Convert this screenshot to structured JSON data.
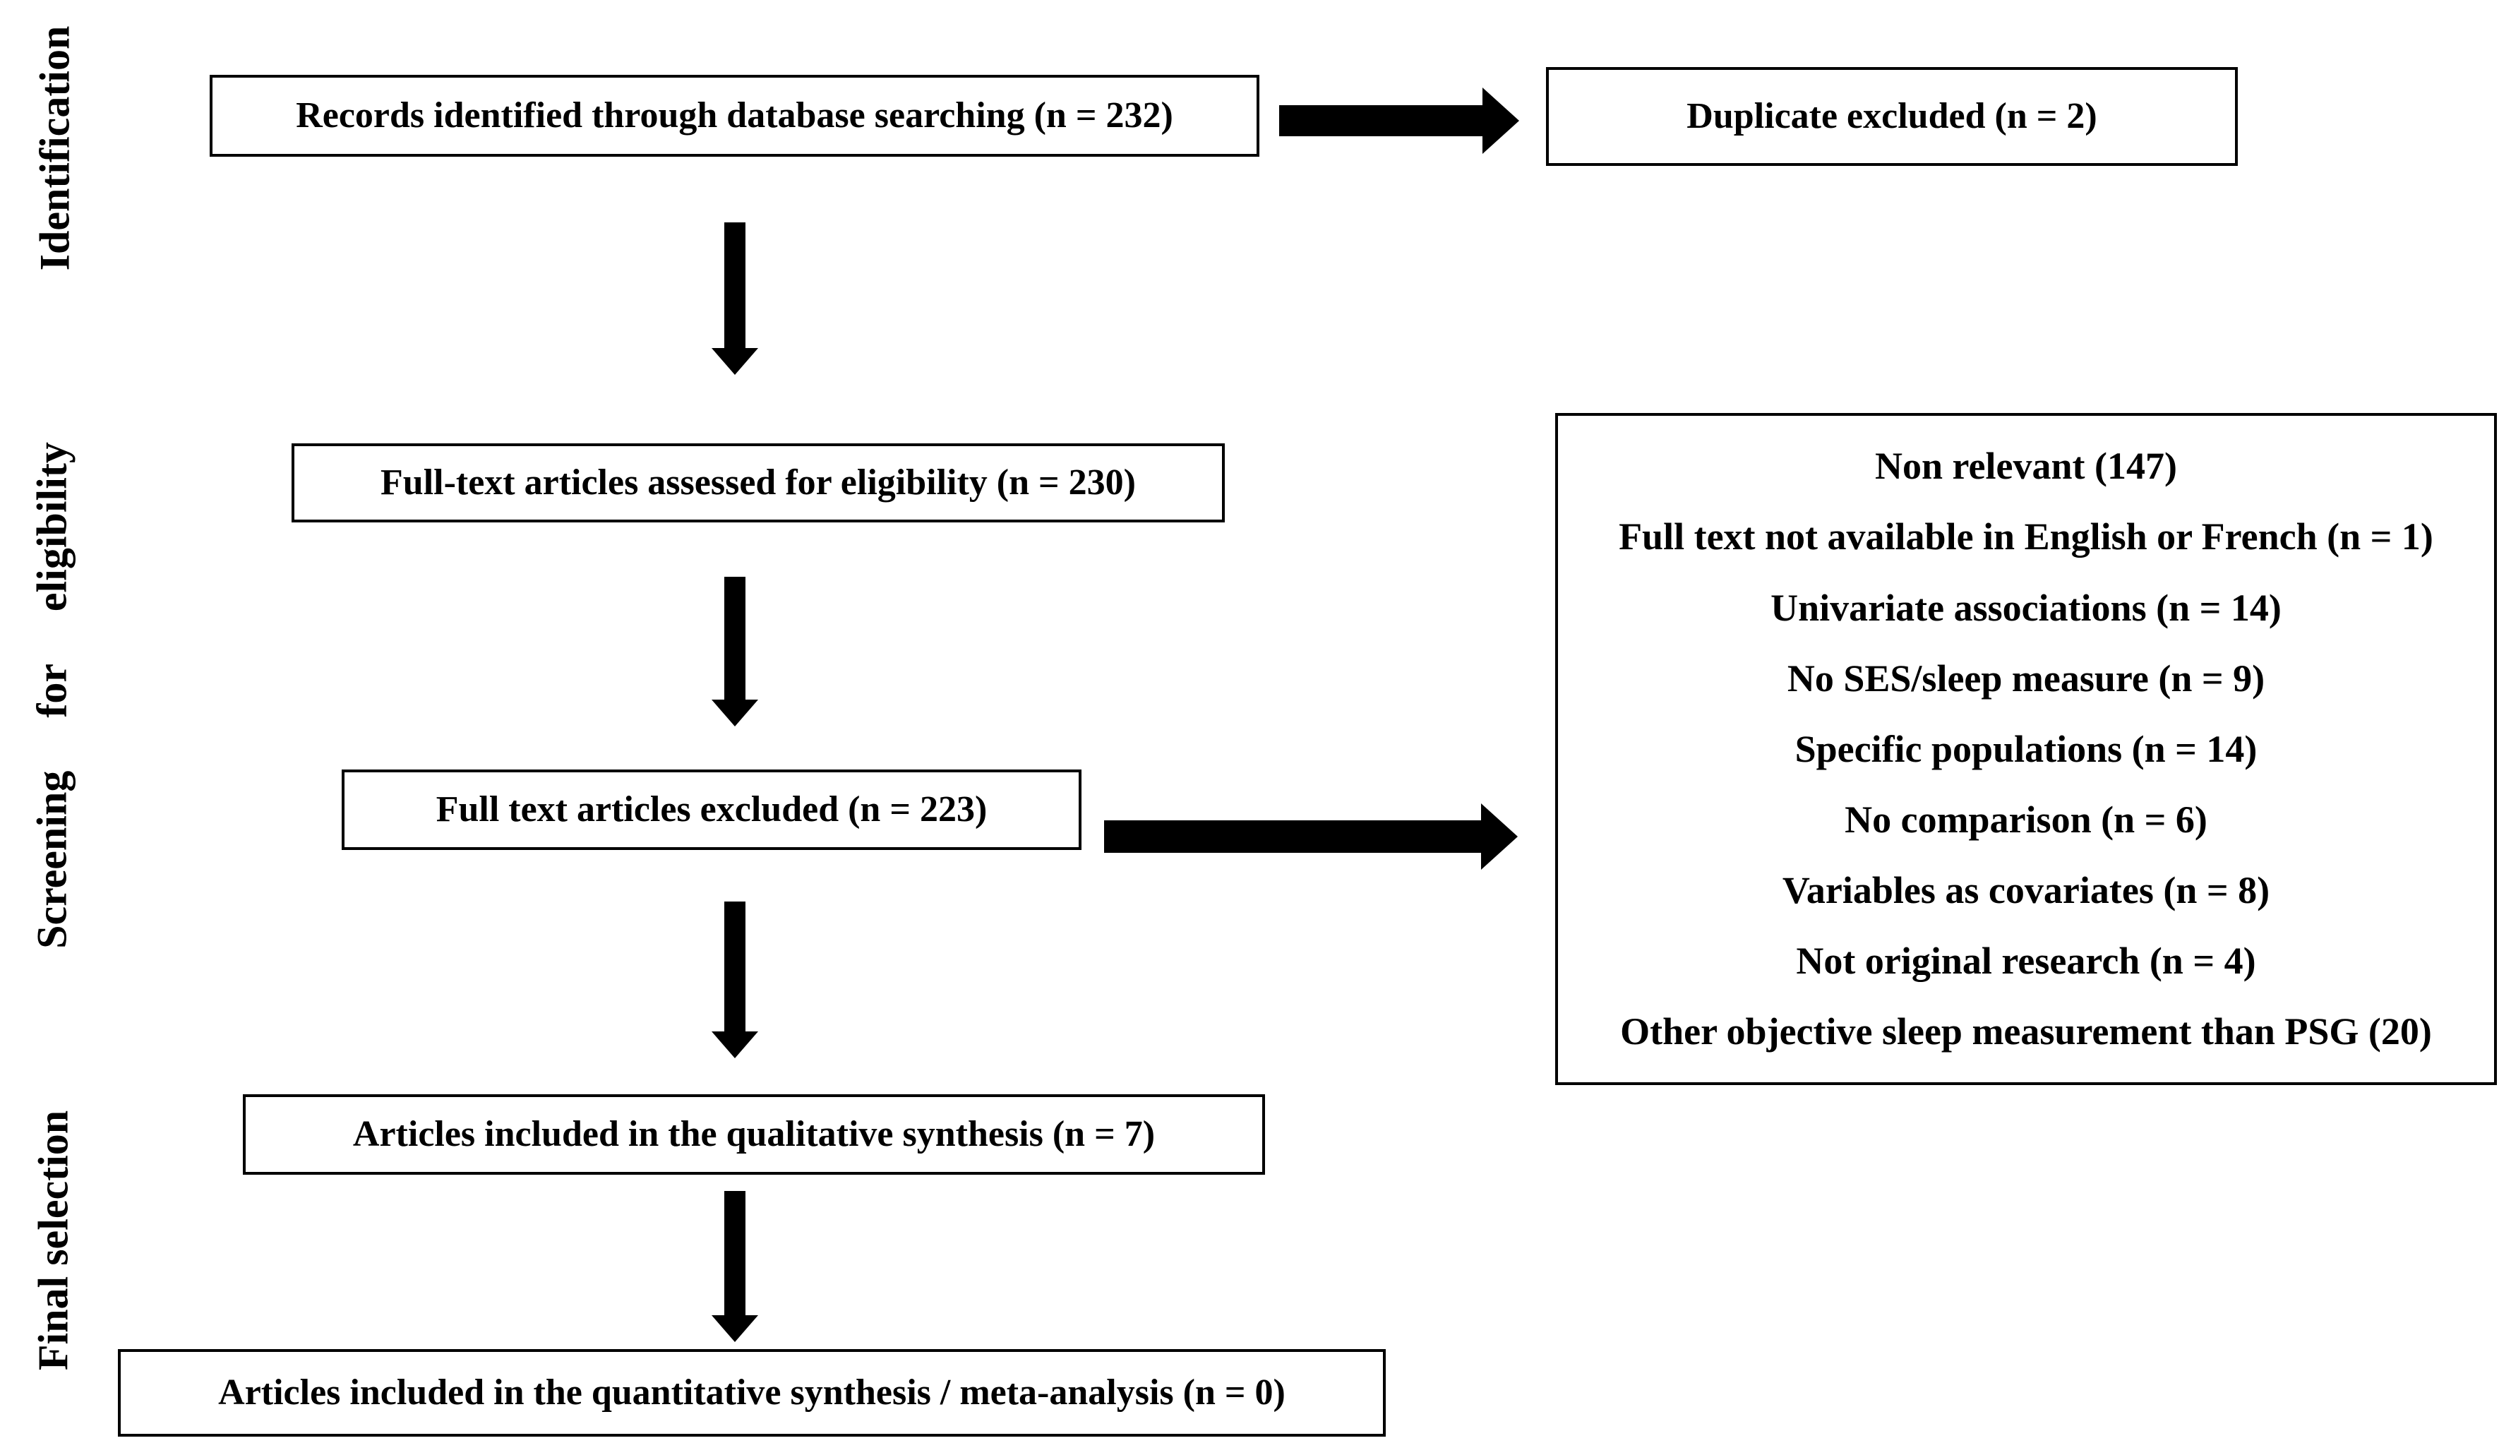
{
  "diagram": {
    "stage_labels": {
      "identification": "Identification",
      "screening": "Screening for eligibility",
      "final_selection": "Final selection"
    },
    "boxes": {
      "records": "Records identified through database searching (n = 232)",
      "duplicates": "Duplicate excluded (n = 2)",
      "assessed": "Full-text articles assessed for eligibility (n = 230)",
      "excluded": "Full text articles excluded (n = 223)",
      "qualitative": "Articles included in the qualitative synthesis (n = 7)",
      "quantitative": "Articles included in the quantitative synthesis / meta-analysis (n = 0)"
    },
    "exclusion_reasons": {
      "lines": [
        "Non relevant (147)",
        "Full text not available in English or French (n = 1)",
        "Univariate associations (n = 14)",
        "No SES/sleep measure (n = 9)",
        "Specific populations (n = 14)",
        "No comparison (n = 6)",
        "Variables as covariates (n = 8)",
        "Not original research (n = 4)",
        "Other objective sleep measurement than PSG (20)"
      ]
    },
    "colors": {
      "background": "#ffffff",
      "border": "#000000",
      "text": "#000000",
      "arrow": "#000000"
    }
  }
}
